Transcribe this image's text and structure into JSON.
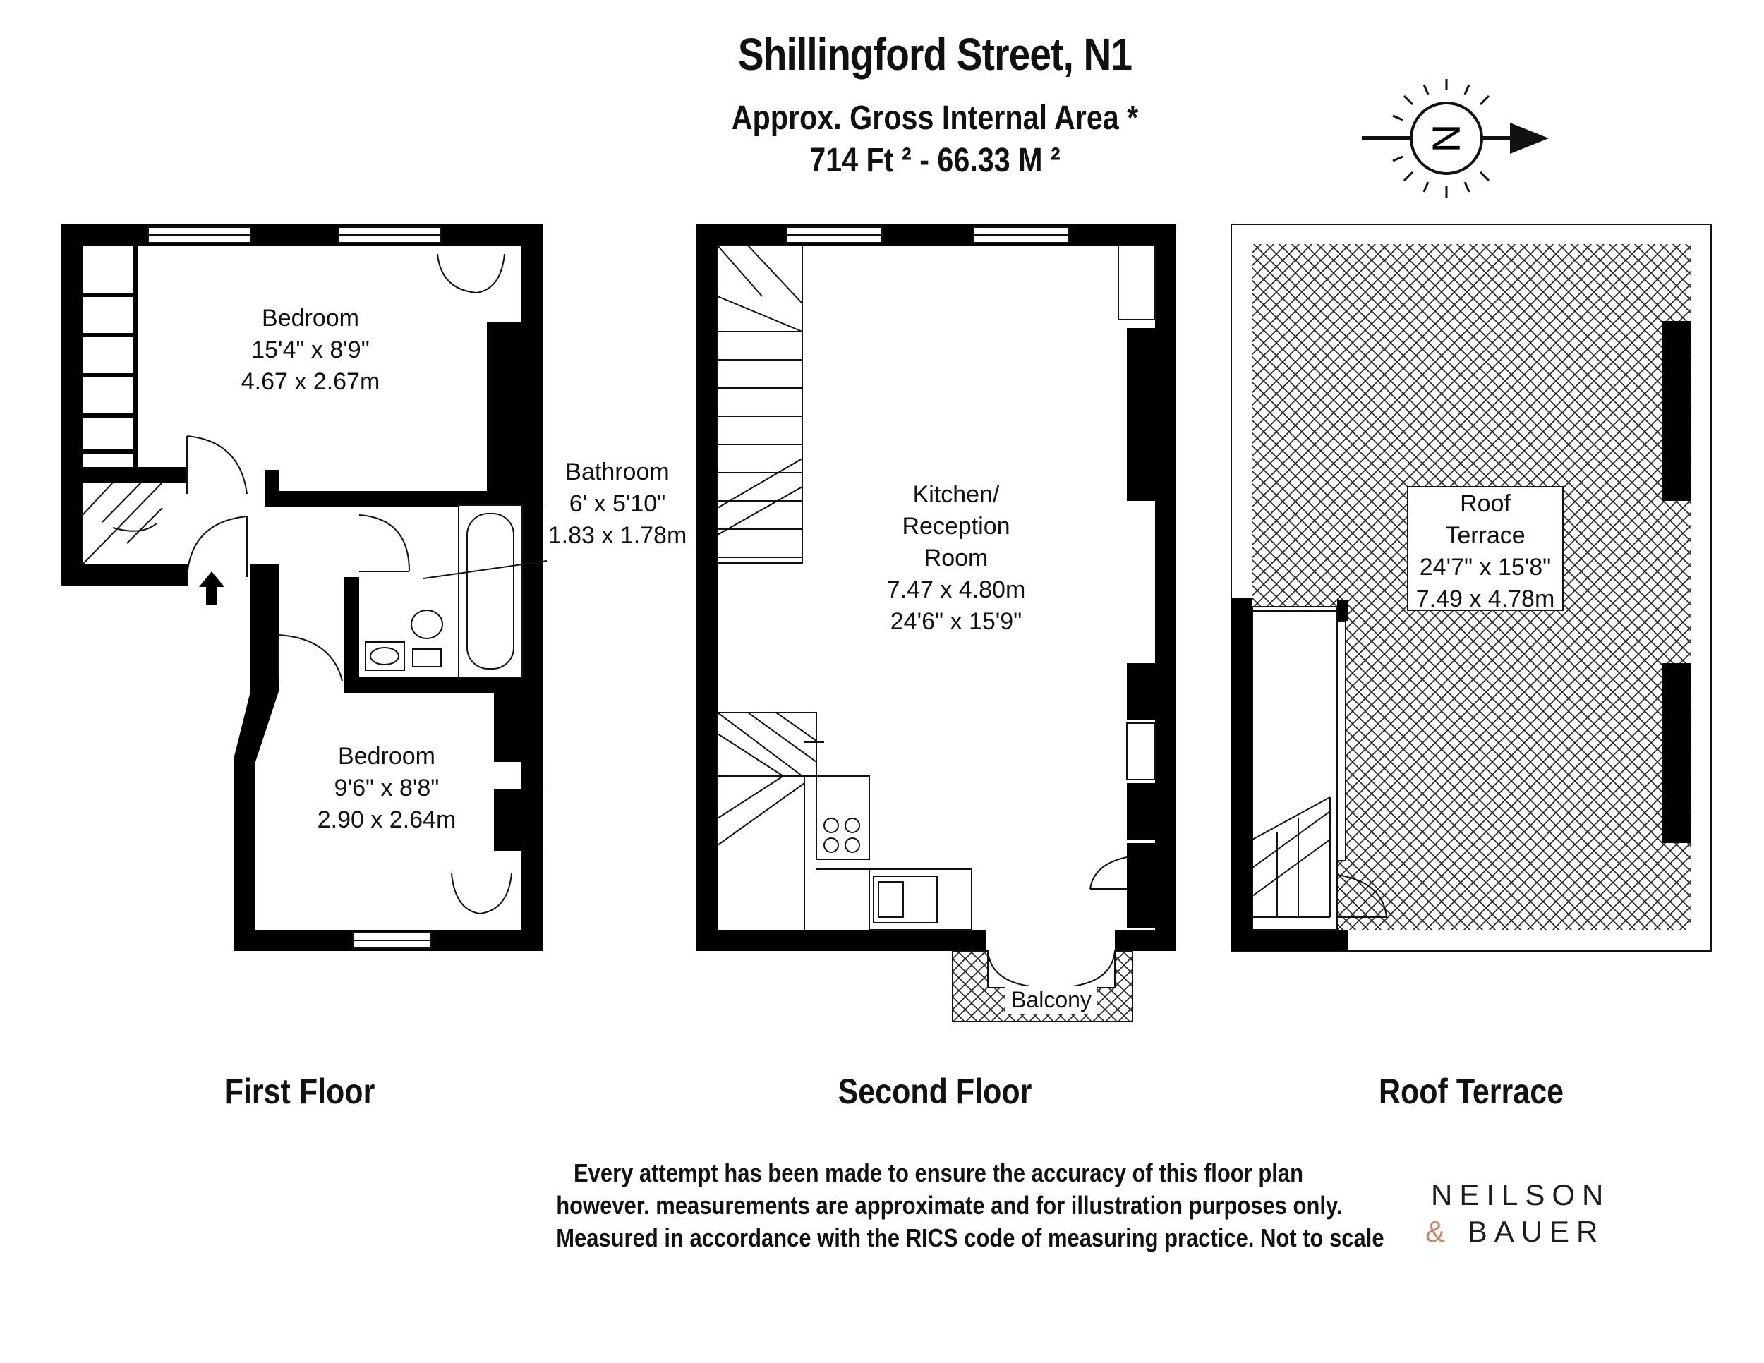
{
  "title": "Shillingford Street, N1",
  "area": {
    "line1": "Approx. Gross Internal Area *",
    "line2": "714 Ft ²  -  66.33 M ²"
  },
  "compass": {
    "letter": "N",
    "icon": "north-compass-icon"
  },
  "floors": [
    {
      "label": "First Floor"
    },
    {
      "label": "Second Floor"
    },
    {
      "label": "Roof Terrace"
    }
  ],
  "rooms": {
    "bedroom1": {
      "name": "Bedroom",
      "imperial": "15'4\" x 8'9\"",
      "metric": "4.67 x 2.67m"
    },
    "bathroom": {
      "name": "Bathroom",
      "imperial": "6' x 5'10\"",
      "metric": "1.83 x 1.78m"
    },
    "bedroom2": {
      "name": "Bedroom",
      "imperial": "9'6\" x 8'8\"",
      "metric": "2.90 x 2.64m"
    },
    "kitchen": {
      "name1": "Kitchen/",
      "name2": "Reception",
      "name3": "Room",
      "metric": "7.47 x 4.80m",
      "imperial": "24'6\" x 15'9\""
    },
    "balcony": {
      "name": "Balcony"
    },
    "roof": {
      "name1": "Roof",
      "name2": "Terrace",
      "imperial": "24'7\" x 15'8\"",
      "metric": "7.49 x 4.78m"
    }
  },
  "disclaimer": {
    "line1": "Every attempt has been made to ensure the accuracy of this floor plan",
    "line2": "however. measurements are approximate and for illustration purposes only.",
    "line3": "Measured in accordance with the RICS code of measuring practice. Not to scale"
  },
  "brand": {
    "line1": "NEILSON",
    "amp": "&",
    "line2": "BAUER",
    "accent_color": "#c9876b"
  }
}
